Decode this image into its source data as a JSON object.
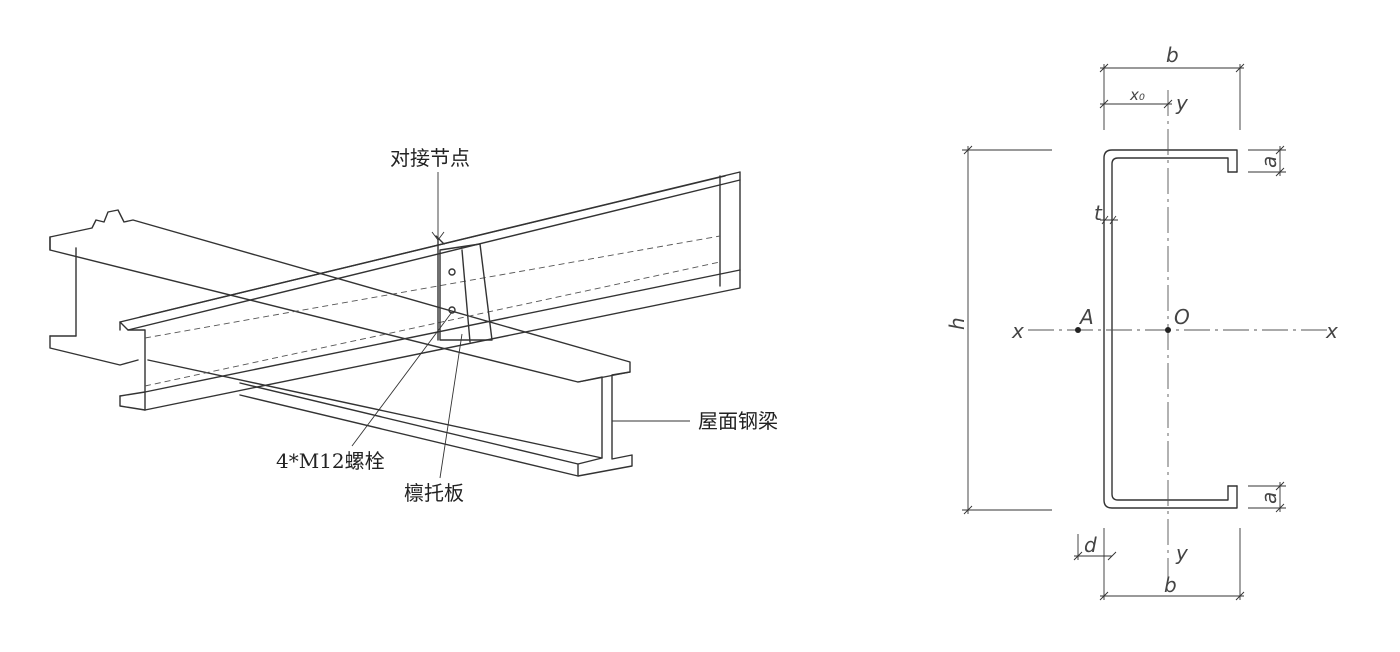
{
  "left_diagram": {
    "callouts": {
      "joint": "对接节点",
      "bolts": "4*M12螺栓",
      "cleat": "檩托板",
      "roof_beam": "屋面钢梁"
    }
  },
  "right_diagram": {
    "labels": {
      "b_top": "b",
      "b_bottom": "b",
      "x0": "x₀",
      "y_top": "y",
      "y_bottom": "y",
      "h": "h",
      "t": "t",
      "a_top": "a",
      "a_bottom": "a",
      "d": "d",
      "x_left": "x",
      "x_right": "x",
      "A": "A",
      "O": "O"
    }
  }
}
